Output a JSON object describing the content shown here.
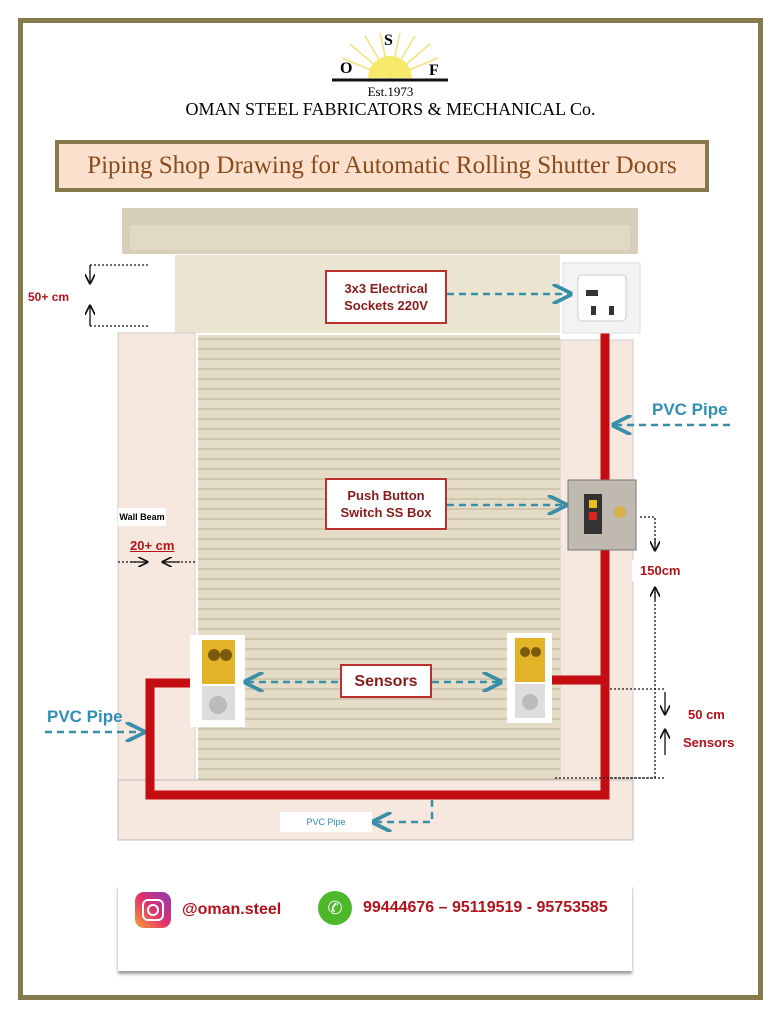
{
  "header": {
    "logo_letters": [
      "S",
      "O",
      "F"
    ],
    "established": "Est.1973",
    "company": "OMAN STEEL FABRICATORS & MECHANICAL Co.",
    "title": "Piping Shop Drawing for Automatic Rolling Shutter Doors"
  },
  "labels": {
    "sockets": "3x3 Electrical Sockets 220V",
    "push_button": "Push Button Switch SS Box",
    "sensors": "Sensors",
    "pvc_pipe_right": "PVC Pipe",
    "pvc_pipe_left": "PVC Pipe",
    "pvc_pipe_bottom": "PVC Pipe",
    "wall_beam": "Wall Beam",
    "dim_top": "50+ cm",
    "dim_wall": "20+ cm",
    "dim_switch": "150cm",
    "dim_sensor": "50 cm",
    "dim_sensor_label": "Sensors"
  },
  "footer": {
    "instagram": "@oman.steel",
    "phones": "99444676 – 95119519 - 95753585"
  },
  "colors": {
    "pipe": "#c40d12",
    "arrow": "#3a8fa8",
    "border": "#857a4c"
  }
}
